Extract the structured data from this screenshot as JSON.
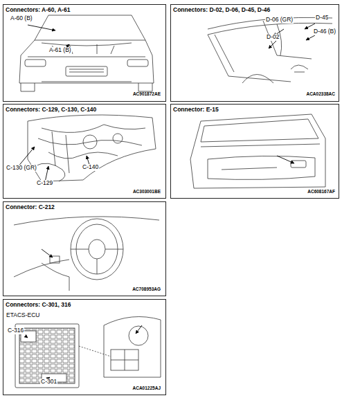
{
  "diagram": {
    "nodes": [
      {
        "text": [
          "Connectors: A-60, A-61"
        ]
      },
      {
        "text": [
          "Connectors: D-02, D-06, D-45, D-46"
        ]
      },
      {
        "text": [
          "Connectors: C-129, C-130, C-140"
        ]
      },
      {
        "text": [
          "Connector: E-15"
        ]
      },
      {
        "text": [
          "Connector: C-212"
        ]
      },
      {
        "text": [
          "Connectors: C-301, 316"
        ]
      }
    ],
    "labels": [
      "A-60 (B)",
      "A-61 (B)",
      "AC901872AE",
      "D-06 (GR)",
      "D-45",
      "D-02",
      "D-46 (B)",
      "ACA02338AC",
      "C-130 (GR)",
      "C-140",
      "C-129",
      "AC303001BE",
      "AC608167AF",
      "AC708953AG",
      "ETACS-ECU",
      "C-316",
      "C-301",
      "ACA01225AJ"
    ]
  }
}
